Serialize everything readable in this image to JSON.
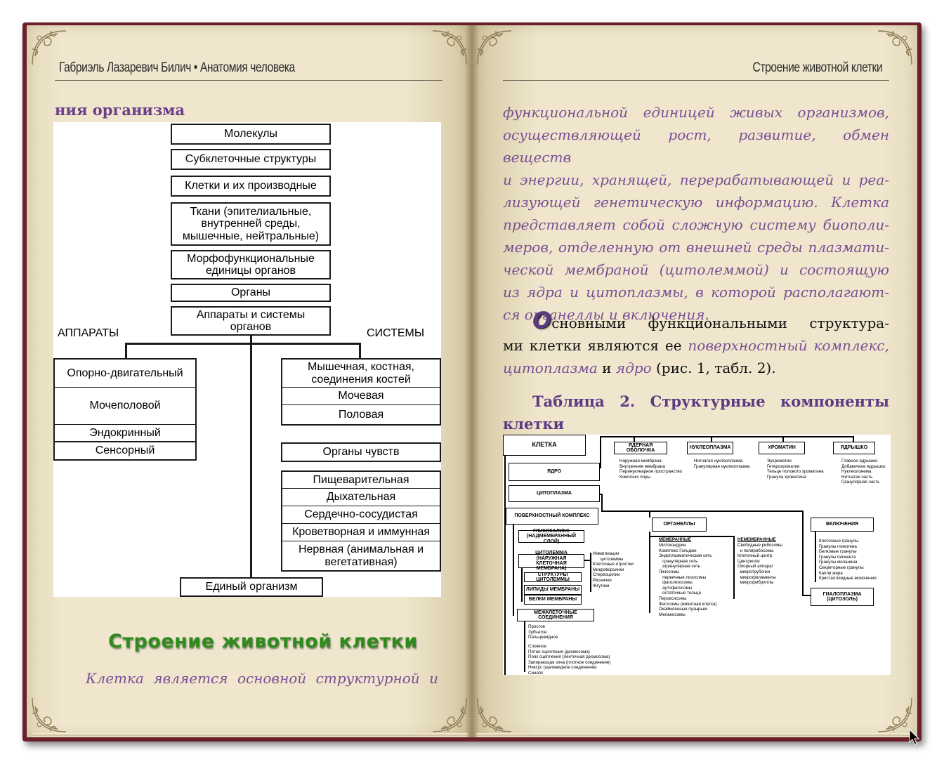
{
  "header": {
    "left_author": "Габриэль Лазаревич Билич",
    "left_sep": "•",
    "left_title": "Анатомия человека",
    "right_title": "Строение животной клетки"
  },
  "left_page": {
    "heading_fragment": "ния организма",
    "diagram": {
      "levels": [
        "Молекулы",
        "Субклеточные структуры",
        "Клетки и их производные",
        "Ткани (эпителиальные, внутренней среды, мышечные, нейтральные)",
        "Морфофункциональные единицы органов",
        "Органы",
        "Аппараты и системы органов"
      ],
      "apparatus_label": "АППАРАТЫ",
      "systems_label": "СИСТЕМЫ",
      "apparatus": [
        "Опорно-двигательный",
        "Мочеполовой",
        "Эндокринный",
        "Сенсорный"
      ],
      "systems_group1": [
        "Мышечная, костная, соединения костей",
        "Мочевая",
        "Половая"
      ],
      "systems_group2": [
        "Органы чувств"
      ],
      "systems_group3": [
        "Пищеварительная",
        "Дыхательная",
        "Сердечно-сосудистая",
        "Кроветворная и иммунная",
        "Нервная (анимальная и вегетативная)"
      ],
      "bottom": "Единый организм"
    },
    "section_title": "Строение животной клетки",
    "para_start": "Клетка является основной структурной и"
  },
  "right_page": {
    "para1": [
      "функциональной единицей живых организмов,",
      "осуществляющей рост, развитие, обмен веществ",
      "и энергии, хранящей, перерабатывающей и реа-",
      "лизующей генетическую информацию. Клетка",
      "представляет собой сложную систему биополи-",
      "меров, отделенную от внешней среды плазмати-",
      "ческой мембраной (цитолеммой) и состоящую",
      "из ядра и цитоплазмы, в которой располагают-",
      "ся органеллы и включения."
    ],
    "para2": {
      "dropcap": "О",
      "line1_rest": "сновными функциональными структура-",
      "line2_start": "ми клетки являются ее ",
      "term1": "поверхностный комплекс,",
      "term2": "цитоплазма",
      "and": " и ",
      "term3": "ядро",
      "ref": " (рис. 1, табл. 2)."
    },
    "table_title_line1": "Таблица 2. Структурные компоненты",
    "table_title_line2": "клетки",
    "table": {
      "root": "КЛЕТКА",
      "nucleus": "ЯДРО",
      "cytoplasm": "ЦИТОПЛАЗМА",
      "surface": "ПОВЕРХНОСТНЫЙ КОМПЛЕКС",
      "nuc_env": "ЯДЕРНАЯ ОБОЛОЧКА",
      "nuc_env_items": "Наружная мембрана\nВнутренняя мембрана\nПеринуклеарное пространство\nКомплекс поры",
      "nucleoplasm": "НУКЛЕОПЛАЗМА",
      "nucleoplasm_items": "Нитчатая нуклеоплазма\nГранулярная нуклеоплазма",
      "chromatin": "ХРОМАТИН",
      "chromatin_items": "Эухроматин\nГетерохроматин\nТельце полового хроматина\nГранула хроматина",
      "nucleolus": "ЯДРЫШКО",
      "nucleolus_items": "Главное ядрышко\nДобавочное ядрышко\nНуклеолонема\nНитчатая часть\nГранулярная часть",
      "organelles": "ОРГАНЕЛЛЫ",
      "membrane_head": "МЕМБРАННЫЕ",
      "membrane_items": "Митохондрии\nКомплекс Гольджи\nЭндоплазматическая сеть\n   гранулярная сеть\n   агранулярная сеть\nЛизосомы\n   первичные лизосомы\n   фаголизосомы\n   аутофагосомы\n   остаточные тельца\nПероксисомы\nФагосомы (животная клетка)\nОкаймленные пузырьки\nМеланосомы",
      "nonmembrane_head": "НЕМЕМБРАННЫЕ",
      "nonmembrane_items": "Свободные рибосомы\n  и полирибосомы\nКлеточный центр\nЦентриоли\nОпорный аппарат\n  микротрубочки\n  микрофиламенты\n  микрофибриллы",
      "inclusions": "ВКЛЮЧЕНИЯ",
      "inclusions_items": "Клеточные гранулы\nГранулы гликогена\nБелковые гранулы\nГранулы пигмента\nГранулы меланина\nСекреторные гранулы\nКапли жира\nКристаллоидные включения",
      "hyaloplasm": "ГИАЛОПЛАЗМА (ЦИТОЗОЛЬ)",
      "glycocalyx": "ГЛИКОКАЛИКС (НАДМЕМБРАННЫЙ СЛОЙ)",
      "cytolemma": "ЦИТОЛЕММА (НАРУЖНАЯ КЛЕТОЧНАЯ МЕМБРАНА)",
      "cytolemma_items": "Инвагинации\n      цитолеммы\nКлеточные отростки\nМикроворсинки\nСтереоцилии\nРеснички\nЖгутики",
      "cyt_struct": "СТРУКТУРЫ ЦИТОЛЕММЫ",
      "lipids": "ЛИПИДЫ МЕМБРАНЫ",
      "proteins": "БЕЛКИ МЕМБРАНЫ",
      "junctions": "МЕЖКЛЕТОЧНЫЕ СОЕДИНЕНИЯ",
      "junction_simple": "Простое\nЗубчатое\nПальцевидное",
      "junction_complex": "Сложное\nПятно сцепления (десмосома)\nПояс сцепления (ленточная десмосома)\nЗапирающая зона (плотное соединение)\nНексус (щелевидное соединение)\nСинапс"
    }
  },
  "colors": {
    "accent_purple": "#6b3f8a",
    "title_green": "#2f8a1c",
    "cover": "#6b1f2a",
    "paper": "#ece2c7"
  }
}
